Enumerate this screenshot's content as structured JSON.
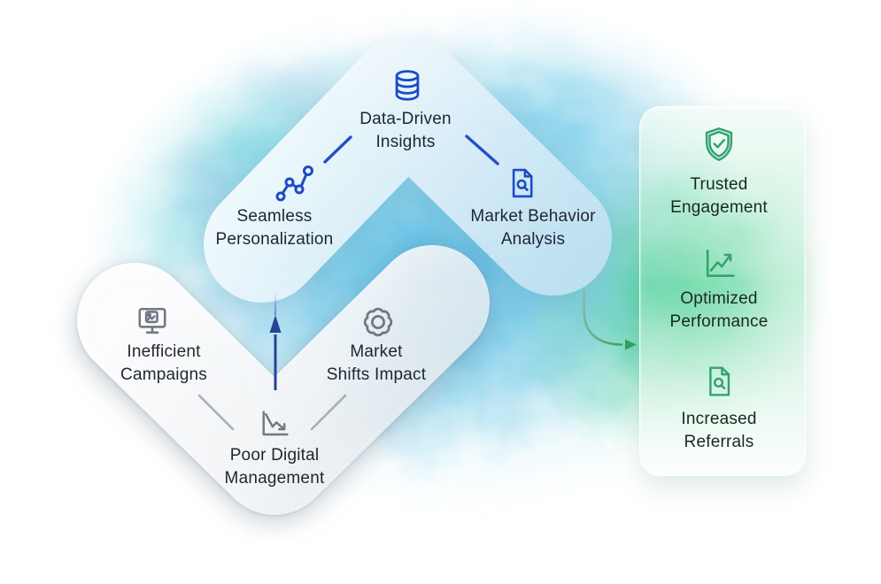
{
  "diagram_title": "marketing-data-flow-diagram",
  "insights_chevron": {
    "top": {
      "label": "Data-Driven\nInsights",
      "icon": "database-icon"
    },
    "left": {
      "label": "Seamless\nPersonalization",
      "icon": "network-path-icon"
    },
    "right": {
      "label": "Market Behavior\nAnalysis",
      "icon": "document-search-icon"
    },
    "accent_color": "#1d4bc4",
    "fill_color": "#dceef9"
  },
  "problems_chevron": {
    "left": {
      "label": "Inefficient\nCampaigns",
      "icon": "monitor-ad-icon"
    },
    "right": {
      "label": "Market\nShifts Impact",
      "icon": "gear-icon"
    },
    "bottom": {
      "label": "Poor Digital\nManagement",
      "icon": "declining-chart-icon"
    },
    "accent_color": "#707984",
    "fill_color": "#ffffff"
  },
  "outcomes_panel": {
    "items": [
      {
        "label": "Trusted\nEngagement",
        "icon": "shield-check-icon"
      },
      {
        "label": "Optimized\nPerformance",
        "icon": "growth-chart-icon"
      },
      {
        "label": "Increased\nReferrals",
        "icon": "document-search-icon"
      }
    ],
    "accent_color": "#33a36e",
    "panel_color": "#9ae2ba"
  },
  "arrows": {
    "up_arrow_color": "#26439b",
    "outcome_arrow_color": "#2f9e63"
  },
  "background_colors": {
    "teal": "#7ed7e0",
    "blue": "#50b7e2",
    "green": "#3ece8c",
    "lavender": "#a8a3ee"
  },
  "text_color": "#1d2630"
}
